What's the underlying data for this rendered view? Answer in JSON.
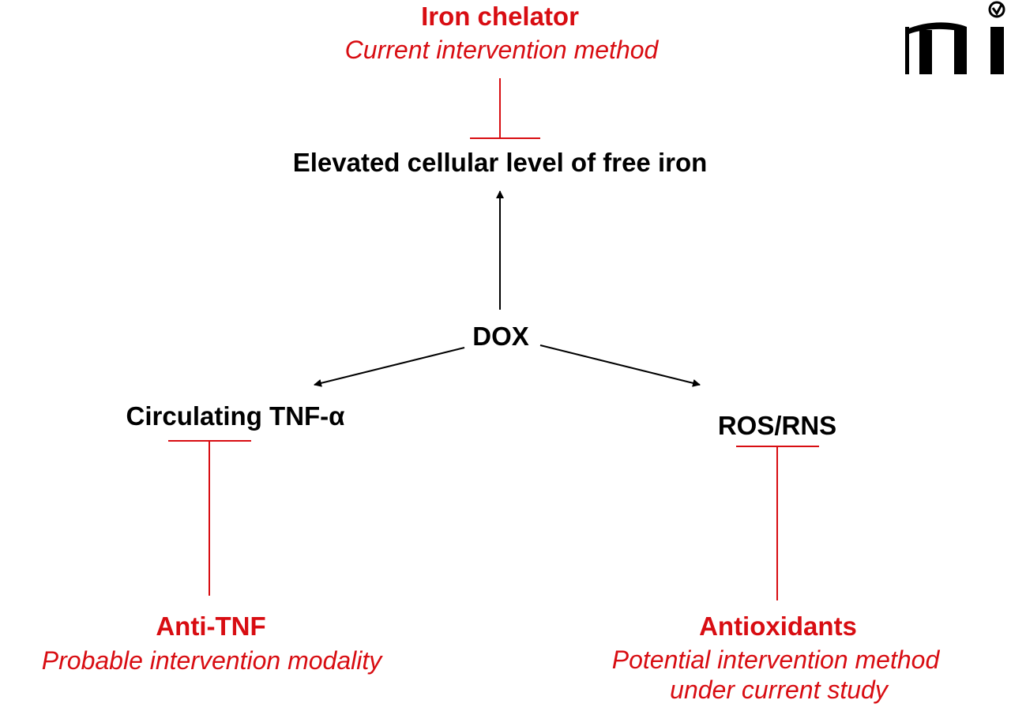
{
  "interventions": {
    "iron_chelator": {
      "title": "Iron chelator",
      "subtitle": "Current intervention method"
    },
    "anti_tnf": {
      "title": "Anti-TNF",
      "subtitle": "Probable intervention modality"
    },
    "antioxidants": {
      "title": "Antioxidants",
      "subtitle_line1": "Potential intervention method",
      "subtitle_line2": "under current study"
    }
  },
  "nodes": {
    "free_iron": "Elevated cellular level of free iron",
    "dox": "DOX",
    "tnf": "Circulating TNF-α",
    "ros": "ROS/RNS"
  },
  "colors": {
    "inhibition": "#d80d12",
    "activation": "#000000",
    "node_text": "#000000",
    "intervention_text": "#d80d12"
  },
  "logo": {
    "icon": "mi-journal-logo"
  }
}
